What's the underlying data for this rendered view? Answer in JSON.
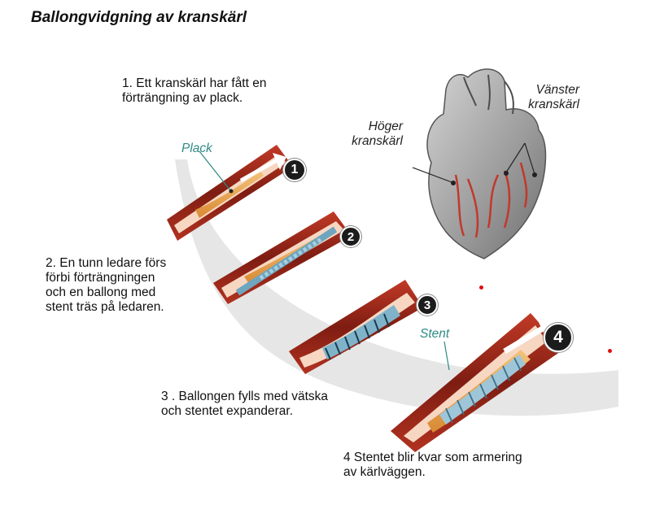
{
  "title": "Ballongvidgning av kranskärl",
  "steps": [
    {
      "number": "1",
      "text": "1. Ett kranskärl har fått en\nförträngning av plack."
    },
    {
      "number": "2",
      "text": "2. En tunn ledare förs\nförbi förträngningen\noch en ballong med\nstent träs på ledaren."
    },
    {
      "number": "3",
      "text": "3 . Ballongen fylls med vätska\n   och stentet expanderar."
    },
    {
      "number": "4",
      "text": "4 Stentet blir kvar som armering\n   av kärlväggen."
    }
  ],
  "labels": {
    "plack": "Plack",
    "stent": "Stent",
    "hoger": "Höger\nkranskärl",
    "vanster": "Vänster\nkranskärl"
  },
  "icons": {
    "heart": "heart-illustration",
    "vessel": "artery-segment-illustration",
    "arrow": "flow-arrow-icon"
  },
  "colors": {
    "vessel_wall": "#9e2a1c",
    "plaque": "#e8a64a",
    "stent": "#7fb3c9",
    "label_accent": "#2f8a85",
    "marker_dot": "#e01010"
  }
}
